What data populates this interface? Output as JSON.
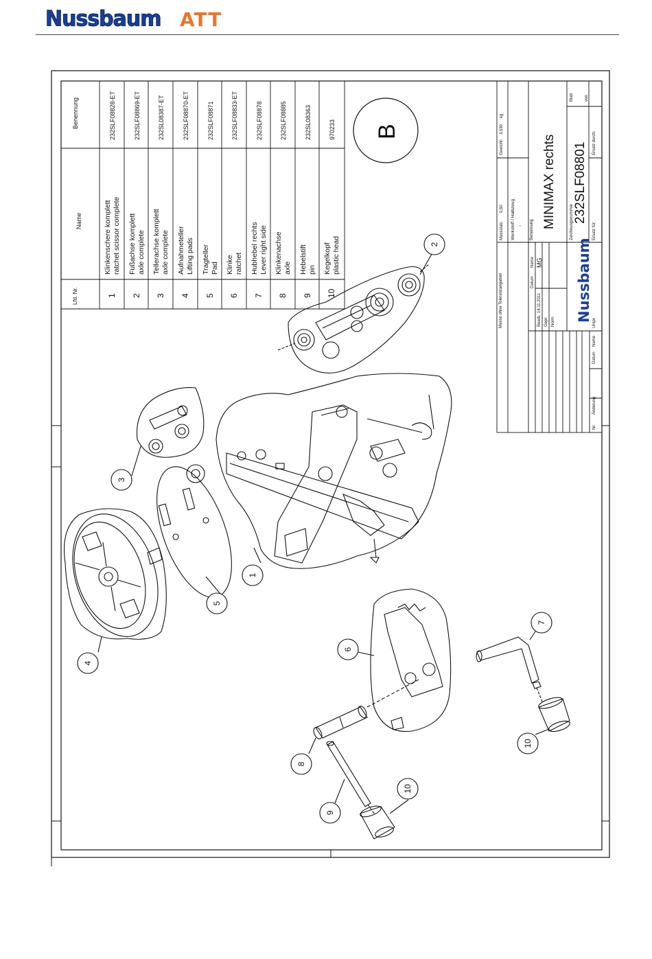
{
  "header": {
    "brand_logo_text": "Nussbaum",
    "partner_logo_text": "ATT"
  },
  "parts_table": {
    "headers": {
      "pos": "Lfd. Nr.",
      "name": "Name",
      "part_no": "Benennung"
    },
    "rows": [
      {
        "pos": "1",
        "name_de": "Klinkenschere komplett",
        "name_en": "ratchet scissor complete",
        "part_no": "232SLF08828-ET"
      },
      {
        "pos": "2",
        "name_de": "Fußachse komplett",
        "name_en": "axle complete",
        "part_no": "232SLF08869-ET"
      },
      {
        "pos": "3",
        "name_de": "Tellerachse komplett",
        "name_en": "axle complete",
        "part_no": "232SL08387-ET"
      },
      {
        "pos": "4",
        "name_de": "Aufnahmeteller",
        "name_en": "Lifting pads",
        "part_no": "232SLF08870-ET"
      },
      {
        "pos": "5",
        "name_de": "Tragteller",
        "name_en": "Pad",
        "part_no": "232SLF08871"
      },
      {
        "pos": "6",
        "name_de": "Klinke",
        "name_en": "ratchet",
        "part_no": "232SLF08833-ET"
      },
      {
        "pos": "7",
        "name_de": "Hubhebel rechts",
        "name_en": "Lever right side",
        "part_no": "232SLF08878"
      },
      {
        "pos": "8",
        "name_de": "Klinkenachse",
        "name_en": "axle",
        "part_no": "232SLF08885"
      },
      {
        "pos": "9",
        "name_de": "Hebelstift",
        "name_en": "pin",
        "part_no": "232SL08363"
      },
      {
        "pos": "10",
        "name_de": "Kegelkopf",
        "name_en": "plastic head",
        "part_no": "970233"
      }
    ]
  },
  "view_marker": "B",
  "title_block": {
    "tolerance": "Masse ohne Toleranzangaben",
    "scale_label": "Massstab:",
    "scale_value": "0,50",
    "weight_label": "Gewicht:",
    "weight_value": "3,530",
    "weight_unit": "kg",
    "material_label": "Werkstoff / Halbzeug",
    "material_value": "-",
    "designation_label": "Benennung",
    "title": "MINIMAX  rechts",
    "drawing_no_label": "Zeichnungsnummer",
    "drawing_no": "232SLF08801",
    "sheet_label": "Blatt",
    "of_label": "von",
    "replaces_label": "Ersatz für:",
    "replaced_by_label": "Ersatz durch:",
    "date_label": "Datum",
    "name_label": "Name",
    "edited_label": "Bearb.",
    "edited_date": "14.11.2011",
    "edited_name": "MG",
    "checked_label": "Gepr.",
    "norm_label": "Norm",
    "rev_no_label": "Nr.",
    "rev_change_label": "Änderung",
    "rev_date_label": "Datum",
    "rev_name_label": "Name",
    "orig_label": "Urspr.",
    "logo_text": "Nussbaum"
  },
  "balloons": [
    "1",
    "2",
    "3",
    "4",
    "5",
    "6",
    "7",
    "8",
    "9",
    "10",
    "10"
  ]
}
